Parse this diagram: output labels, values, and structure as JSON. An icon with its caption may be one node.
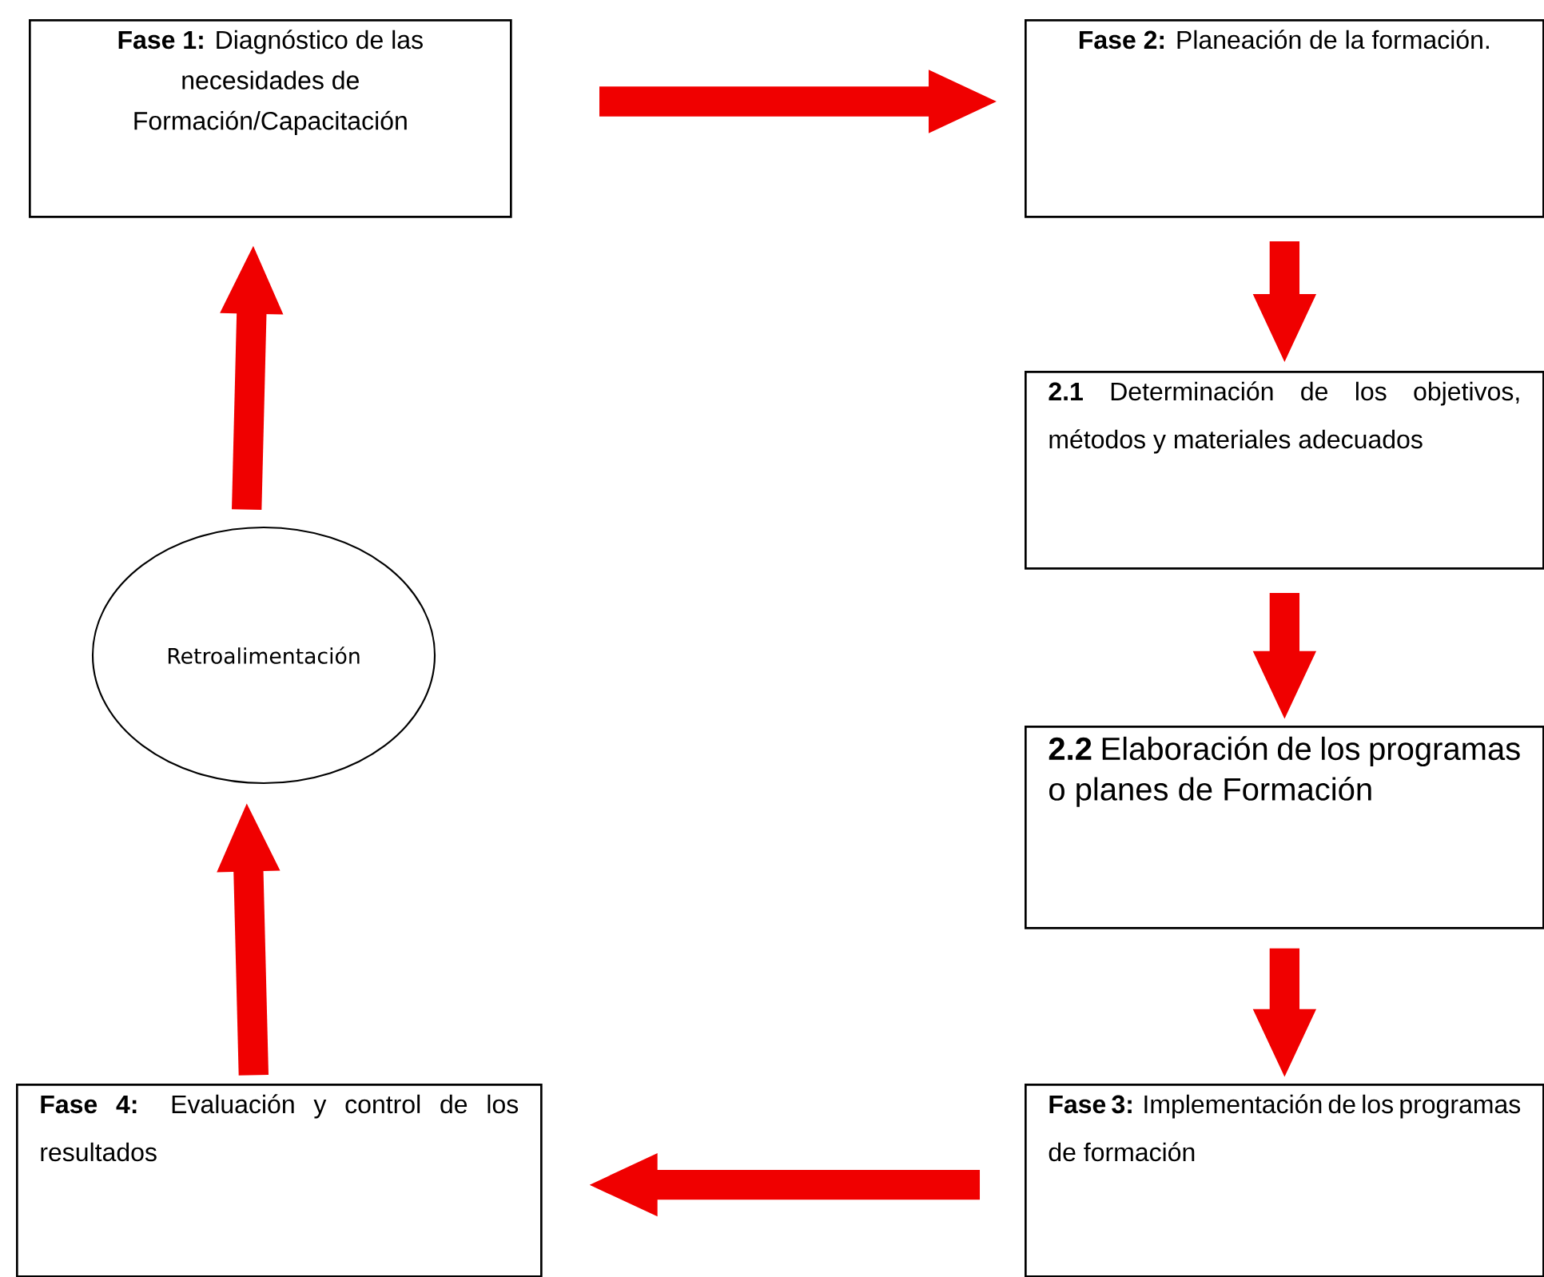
{
  "diagram": {
    "nodes": [
      {
        "text": [
          "**Fase 1:** Diagnóstico de las necesidades de Formación/Capacitación"
        ]
      },
      {
        "text": [
          "**Fase 2:** Planeación de la formación."
        ]
      },
      {
        "text": [
          "**2.1** Determinación de los objetivos, métodos y materiales adecuados"
        ]
      },
      {
        "text": [
          "Retroalimentación"
        ]
      },
      {
        "text": [
          "**2.2** Elaboración de los programas o planes de Formación"
        ]
      },
      {
        "text": [
          "**Fase 4:** Evaluación y control de los resultados"
        ]
      },
      {
        "text": [
          "**Fase 3:** Implementación de los programas de formación"
        ]
      }
    ],
    "edges": [
      {
        "from": 0,
        "to": 1,
        "arrow": "to"
      },
      {
        "from": 1,
        "to": 2,
        "arrow": "to"
      },
      {
        "from": 2,
        "to": 4,
        "arrow": "to"
      },
      {
        "from": 4,
        "to": 6,
        "arrow": "to"
      },
      {
        "from": 6,
        "to": 5,
        "arrow": "to"
      },
      {
        "from": 5,
        "to": 3,
        "arrow": "to"
      },
      {
        "from": 3,
        "to": 0,
        "arrow": "to"
      }
    ]
  }
}
